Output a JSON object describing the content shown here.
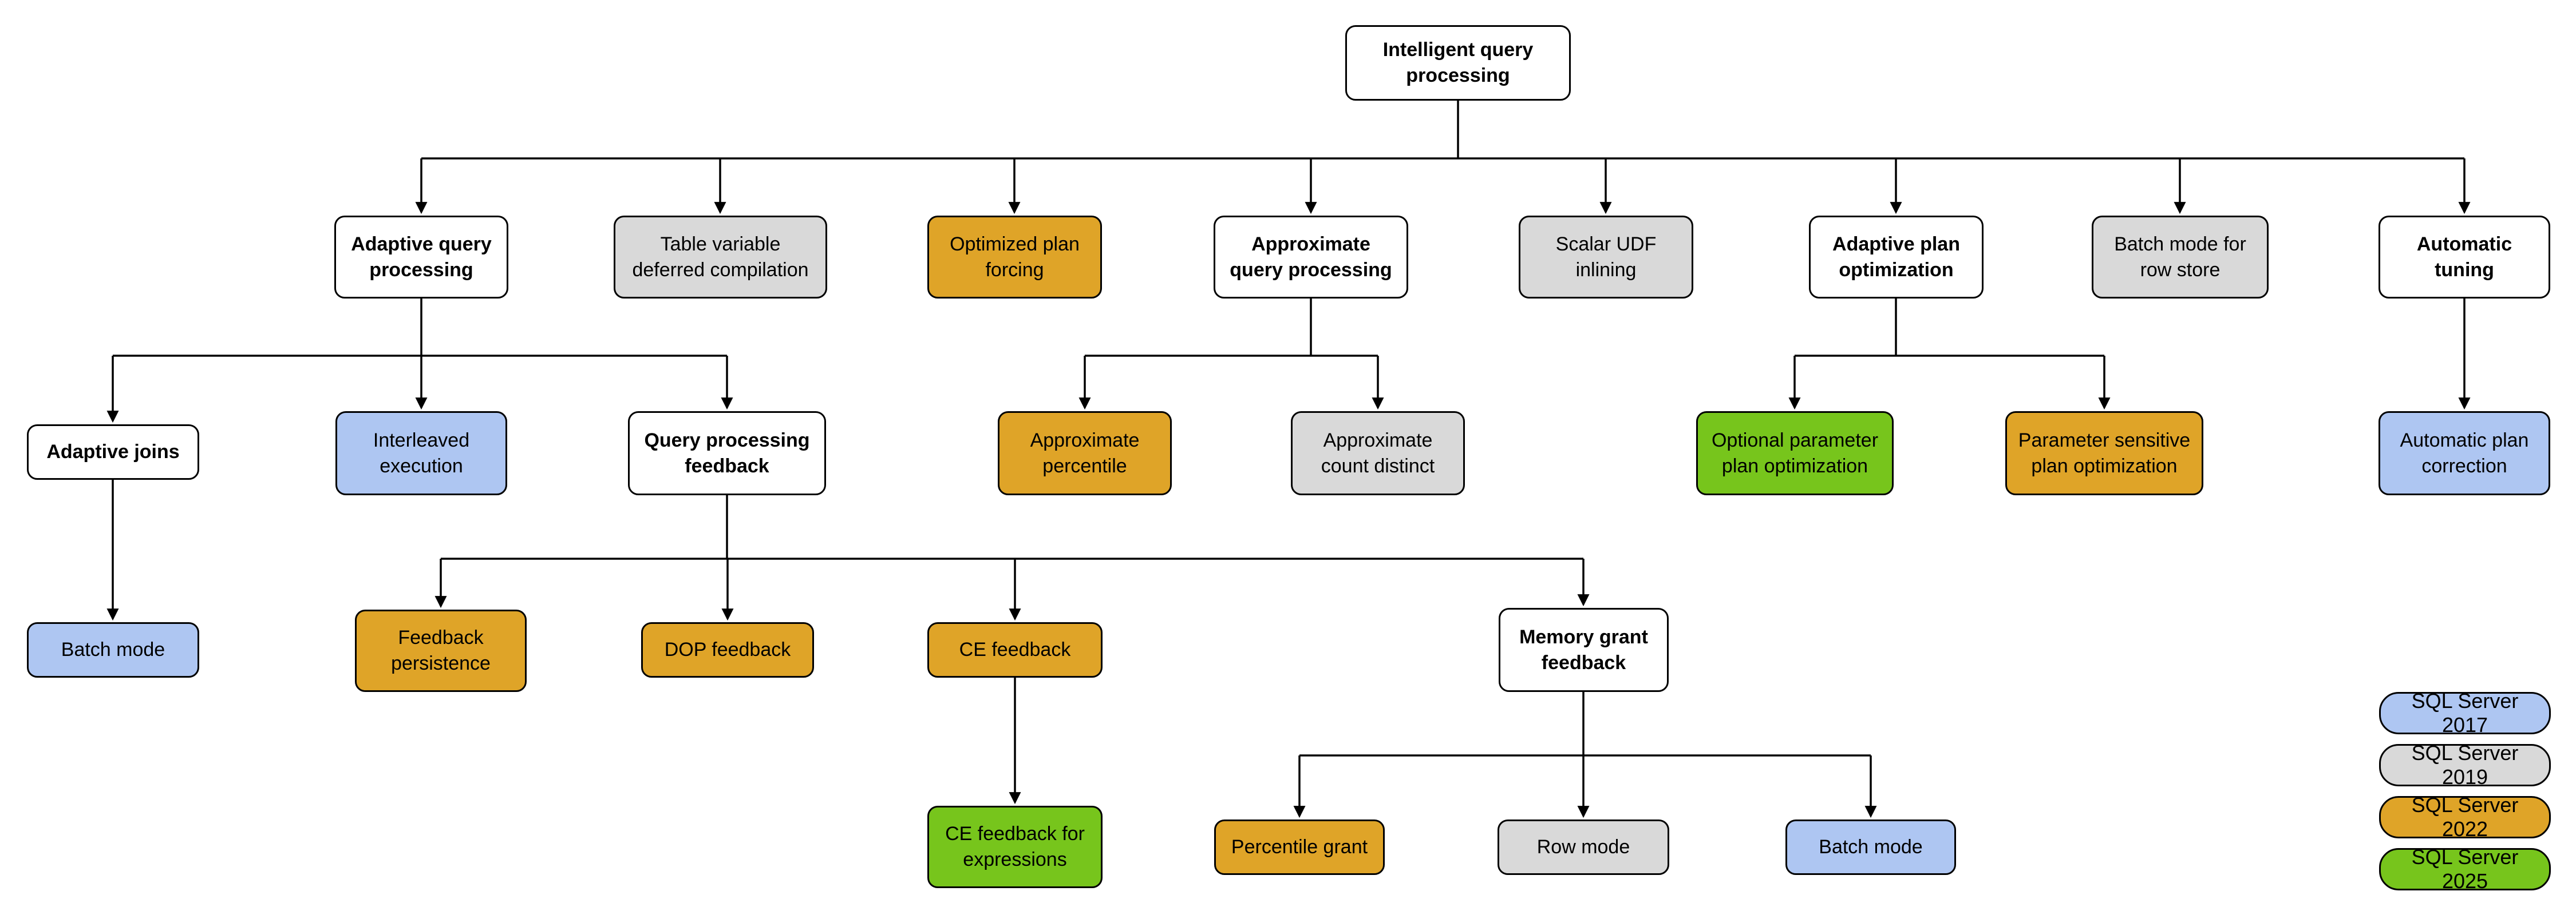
{
  "colors": {
    "v2017": "#AEC6F2",
    "v2019": "#D9D9D9",
    "v2022": "#DFA428",
    "v2025": "#77C51C",
    "parent": "#FFFFFF",
    "border": "#000000",
    "line": "#000000"
  },
  "nodes": [
    {
      "label": "Intelligent query processing",
      "version": "parent"
    },
    {
      "label": "Adaptive query processing",
      "version": "parent"
    },
    {
      "label": "Table variable deferred compilation",
      "version": "v2019"
    },
    {
      "label": "Optimized plan forcing",
      "version": "v2022"
    },
    {
      "label": "Approximate query processing",
      "version": "parent"
    },
    {
      "label": "Scalar UDF inlining",
      "version": "v2019"
    },
    {
      "label": "Adaptive plan optimization",
      "version": "parent"
    },
    {
      "label": "Batch mode for row store",
      "version": "v2019"
    },
    {
      "label": "Automatic tuning",
      "version": "parent"
    },
    {
      "label": "Adaptive joins",
      "version": "parent"
    },
    {
      "label": "Interleaved execution",
      "version": "v2017"
    },
    {
      "label": "Query processing feedback",
      "version": "parent"
    },
    {
      "label": "Approximate percentile",
      "version": "v2022"
    },
    {
      "label": "Approximate count distinct",
      "version": "v2019"
    },
    {
      "label": "Optional parameter plan optimization",
      "version": "v2025"
    },
    {
      "label": "Parameter sensitive plan optimization",
      "version": "v2022"
    },
    {
      "label": "Automatic plan correction",
      "version": "v2017"
    },
    {
      "label": "Batch mode",
      "version": "v2017"
    },
    {
      "label": "Feedback persistence",
      "version": "v2022"
    },
    {
      "label": "DOP feedback",
      "version": "v2022"
    },
    {
      "label": "CE feedback",
      "version": "v2022"
    },
    {
      "label": "Memory grant feedback",
      "version": "parent"
    },
    {
      "label": "CE feedback for expressions",
      "version": "v2025"
    },
    {
      "label": "Percentile grant",
      "version": "v2022"
    },
    {
      "label": "Row mode",
      "version": "v2019"
    },
    {
      "label": "Batch mode",
      "version": "v2017"
    }
  ],
  "legend": [
    {
      "label": "SQL Server 2017",
      "version": "v2017"
    },
    {
      "label": "SQL Server 2019",
      "version": "v2019"
    },
    {
      "label": "SQL Server 2022",
      "version": "v2022"
    },
    {
      "label": "SQL Server 2025",
      "version": "v2025"
    }
  ]
}
